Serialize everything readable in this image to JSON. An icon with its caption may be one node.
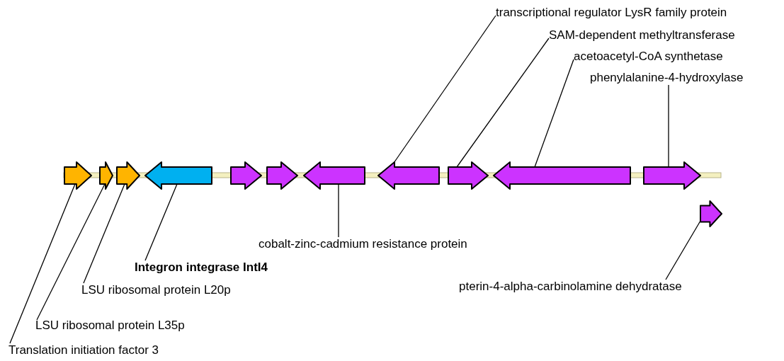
{
  "diagram": {
    "nodes": [
      {
        "text": [
          "transcriptional regulator LysR family protein"
        ]
      },
      {
        "text": [
          "SAM-dependent methyltransferase"
        ]
      },
      {
        "text": [
          "acetoacetyl-CoA synthetase"
        ]
      },
      {
        "text": [
          "phenylalanine-4-hydroxylase"
        ]
      },
      {
        "text": [],
        "shape": "arrow"
      },
      {
        "text": [],
        "shape": "arrow"
      },
      {
        "text": [],
        "shape": "arrow"
      },
      {
        "text": [],
        "shape": "arrow"
      },
      {
        "text": [],
        "shape": "arrow"
      },
      {
        "text": [],
        "shape": "arrow"
      },
      {
        "text": [],
        "shape": "arrow"
      },
      {
        "text": [],
        "shape": "arrow"
      },
      {
        "text": [],
        "shape": "arrow"
      },
      {
        "text": [],
        "shape": "arrow"
      },
      {
        "text": [],
        "shape": "arrow"
      },
      {
        "text": [],
        "shape": "arrow"
      },
      {
        "text": [
          "cobalt-zinc-cadmium resistance protein"
        ]
      },
      {
        "text": [
          "Integron integrase IntI4"
        ]
      },
      {
        "text": [
          "pterin-4-alpha-carbinolamine dehydratase"
        ]
      },
      {
        "text": [
          "LSU ribosomal protein L20p"
        ]
      },
      {
        "text": [
          "LSU ribosomal protein L35p"
        ]
      },
      {
        "text": [
          "Translation initiation factor 3"
        ]
      }
    ],
    "edges": [
      {
        "from": 0,
        "to": 11,
        "arrow": "none"
      },
      {
        "from": 1,
        "to": 12,
        "arrow": "none"
      },
      {
        "from": 2,
        "to": 13,
        "arrow": "none"
      },
      {
        "from": 3,
        "to": 14,
        "arrow": "none"
      },
      {
        "from": 16,
        "to": 10,
        "arrow": "none"
      },
      {
        "from": 17,
        "to": 7,
        "arrow": "none"
      },
      {
        "from": 18,
        "to": 15,
        "arrow": "none"
      },
      {
        "from": 19,
        "to": 6,
        "arrow": "none"
      },
      {
        "from": 20,
        "to": 5,
        "arrow": "none"
      },
      {
        "from": 21,
        "to": 4,
        "arrow": "none"
      }
    ]
  }
}
